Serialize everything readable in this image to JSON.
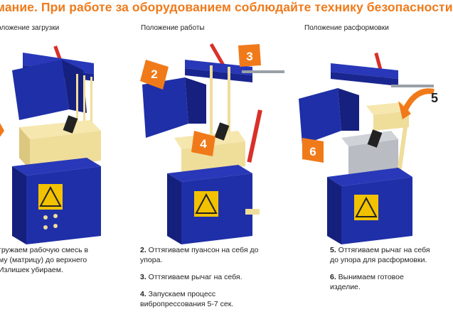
{
  "banner": {
    "text": "мание. При работе за оборудованием соблюдайте технику безопасности"
  },
  "columns": [
    {
      "caption": "оложение загрузки",
      "steps": [
        {
          "num": "",
          "text": "гружаем рабочую смесь в"
        },
        {
          "num": "",
          "text": "му (матрицу) до верхнего"
        },
        {
          "num": "",
          "text": " Излишек убираем."
        }
      ]
    },
    {
      "caption": "Положение работы",
      "markers": [
        "2",
        "3",
        "4"
      ],
      "steps": [
        {
          "num": "2.",
          "text": " Оттягиваем пуансон на себя до упора."
        },
        {
          "num": "3.",
          "text": " Оттягиваем рычаг на себя."
        },
        {
          "num": "4.",
          "text": " Запускаем процесс вибропрессования 5-7 сек."
        }
      ]
    },
    {
      "caption": "Положение расформовки",
      "markers": [
        "5",
        "6"
      ],
      "steps": [
        {
          "num": "5.",
          "text": " Оттягиваем рычаг на себя до упора для расформовки."
        },
        {
          "num": "6.",
          "text": " Вынимаем готовое изделие."
        }
      ]
    }
  ],
  "colors": {
    "accent": "#f07a1a",
    "machine_blue": "#1f2fa8",
    "mold_beige": "#efdd9a",
    "block_grey": "#b9bcc2"
  }
}
